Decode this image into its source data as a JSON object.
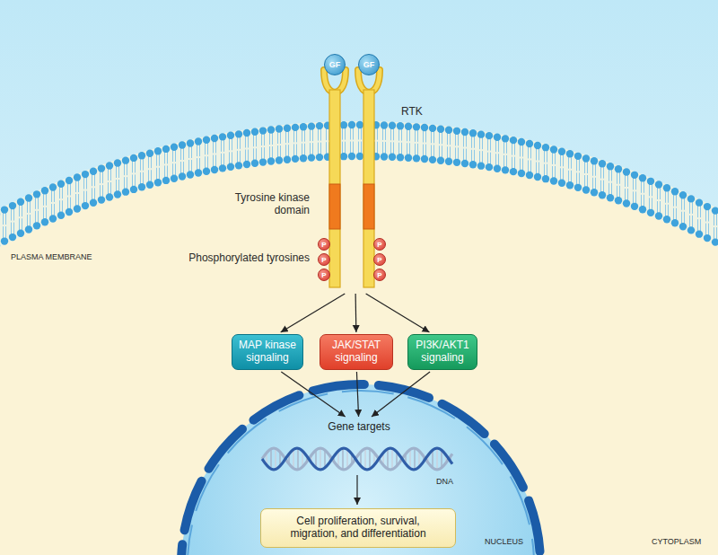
{
  "diagram": {
    "nodes": [
      {
        "text": [
          "RTK"
        ]
      },
      {
        "text": [
          "GF"
        ]
      },
      {
        "text": [
          "GF"
        ]
      },
      {
        "text": [
          "P"
        ]
      },
      {
        "text": [
          "P"
        ]
      },
      {
        "text": [
          "P"
        ]
      },
      {
        "text": [
          "P"
        ]
      },
      {
        "text": [
          "P"
        ]
      },
      {
        "text": [
          "P"
        ]
      },
      {
        "text": [
          "MAP kinase signaling"
        ]
      },
      {
        "text": [
          "JAK/STAT signaling"
        ]
      },
      {
        "text": [
          "PI3K/AKT1 signaling"
        ]
      },
      {
        "text": [
          "Gene targets"
        ]
      },
      {
        "text": [
          "Cell proliferation, survival, migration, and differentiation"
        ]
      }
    ],
    "edges": [
      {
        "from": 0,
        "to": 9,
        "arrow": "to"
      },
      {
        "from": 0,
        "to": 10,
        "arrow": "to"
      },
      {
        "from": 0,
        "to": 11,
        "arrow": "to"
      },
      {
        "from": 9,
        "to": 12,
        "arrow": "to"
      },
      {
        "from": 10,
        "to": 12,
        "arrow": "to"
      },
      {
        "from": 11,
        "to": 12,
        "arrow": "to"
      }
    ],
    "labels": [
      "Tyrosine kinase domain",
      "Phosphorylated tyrosines",
      "PLASMA MEMBRANE",
      "DNA",
      "NUCLEUS",
      "CYTOPLASM"
    ]
  }
}
